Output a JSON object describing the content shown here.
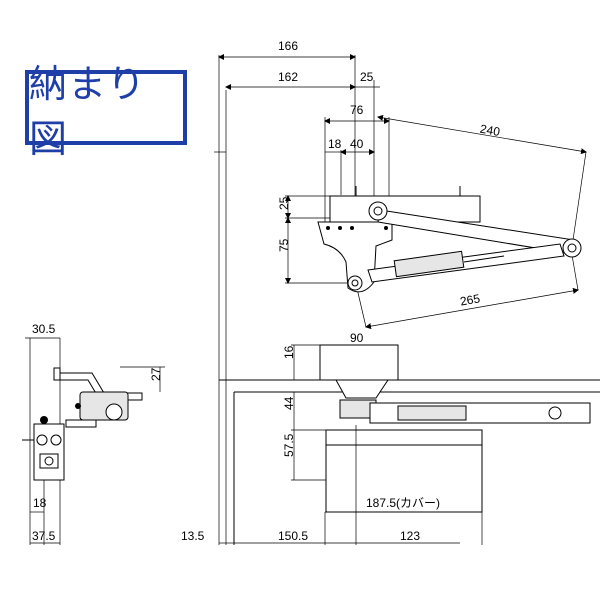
{
  "title": "納まり図",
  "dims": {
    "d166": "166",
    "d162": "162",
    "d25a": "25",
    "d76": "76",
    "d18a": "18",
    "d40": "40",
    "d240": "240",
    "d25b": "25",
    "d75": "75",
    "d265": "265",
    "d90": "90",
    "d16": "16",
    "d44": "44",
    "d57_5": "57.5",
    "d187_5": "187.5(カバー)",
    "d13_5": "13.5",
    "d150_5": "150.5",
    "d123": "123",
    "d30_5": "30.5",
    "d27": "27",
    "d18b": "18",
    "d37_5": "37.5"
  }
}
